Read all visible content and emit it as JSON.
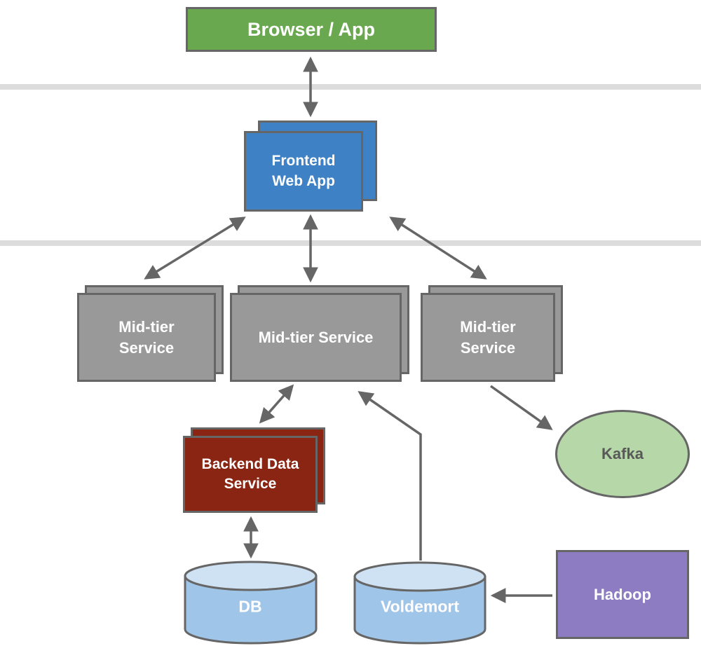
{
  "diagram": {
    "title": "Service architecture diagram",
    "nodes": {
      "browser_app": {
        "label": "Browser / App",
        "shape": "rect",
        "fill": "#6aa84f",
        "text_color": "#ffffff"
      },
      "frontend_web_app": {
        "label": "Frontend Web App",
        "shape": "stacked-rect",
        "fill": "#3e81c5",
        "text_color": "#ffffff"
      },
      "mid_tier_left": {
        "label": "Mid-tier Service",
        "shape": "stacked-rect",
        "fill": "#999999",
        "text_color": "#ffffff"
      },
      "mid_tier_center": {
        "label": "Mid-tier Service",
        "shape": "stacked-rect",
        "fill": "#999999",
        "text_color": "#ffffff"
      },
      "mid_tier_right": {
        "label": "Mid-tier Service",
        "shape": "stacked-rect",
        "fill": "#999999",
        "text_color": "#ffffff"
      },
      "backend_data_service": {
        "label": "Backend Data Service",
        "shape": "stacked-rect",
        "fill": "#8a2513",
        "text_color": "#ffffff"
      },
      "kafka": {
        "label": "Kafka",
        "shape": "ellipse",
        "fill": "#b6d7a8",
        "text_color": "#595959"
      },
      "db": {
        "label": "DB",
        "shape": "cylinder",
        "fill": "#9fc5e8",
        "top_fill": "#cfe2f3",
        "text_color": "#ffffff"
      },
      "voldemort": {
        "label": "Voldemort",
        "shape": "cylinder",
        "fill": "#9fc5e8",
        "top_fill": "#cfe2f3",
        "text_color": "#ffffff"
      },
      "hadoop": {
        "label": "Hadoop",
        "shape": "rect",
        "fill": "#8e7cc3",
        "text_color": "#ffffff"
      }
    },
    "edges": [
      {
        "from": "browser_app",
        "to": "frontend_web_app",
        "direction": "both"
      },
      {
        "from": "frontend_web_app",
        "to": "mid_tier_left",
        "direction": "both"
      },
      {
        "from": "frontend_web_app",
        "to": "mid_tier_center",
        "direction": "both"
      },
      {
        "from": "frontend_web_app",
        "to": "mid_tier_right",
        "direction": "both"
      },
      {
        "from": "mid_tier_center",
        "to": "backend_data_service",
        "direction": "both"
      },
      {
        "from": "voldemort",
        "to": "mid_tier_center",
        "direction": "to"
      },
      {
        "from": "mid_tier_right",
        "to": "kafka",
        "direction": "to"
      },
      {
        "from": "backend_data_service",
        "to": "db",
        "direction": "both"
      },
      {
        "from": "hadoop",
        "to": "voldemort",
        "direction": "to"
      }
    ],
    "colors": {
      "border": "#666666",
      "arrow": "#666666",
      "divider": "#dcdcdc",
      "background": "#ffffff"
    },
    "dividers": [
      {
        "name": "tier-divider-1"
      },
      {
        "name": "tier-divider-2"
      }
    ]
  }
}
